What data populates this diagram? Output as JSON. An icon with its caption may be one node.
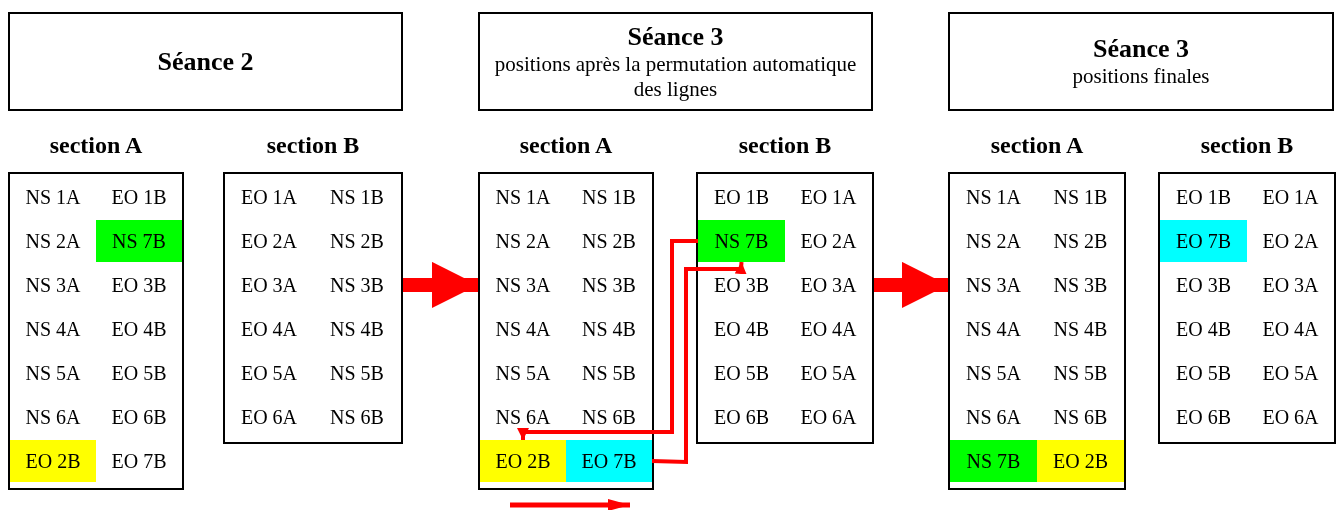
{
  "diagram": {
    "nodes": [
      {
        "text": [
          "Séance 2"
        ]
      },
      {
        "text": [
          "Séance 3",
          "positions après la permutation automatique des lignes"
        ]
      },
      {
        "text": [
          "Séance 3",
          "positions finales"
        ]
      },
      {
        "text": [
          "section A"
        ]
      },
      {
        "text": [
          "NS 1A"
        ],
        "in": 3
      },
      {
        "text": [
          "EO 1B"
        ],
        "in": 3
      },
      {
        "text": [
          "NS 2A"
        ],
        "in": 3
      },
      {
        "text": [
          "NS 7B"
        ],
        "in": 3
      },
      {
        "text": [
          "NS 3A"
        ],
        "in": 3
      },
      {
        "text": [
          "EO 3B"
        ],
        "in": 3
      },
      {
        "text": [
          "NS 4A"
        ],
        "in": 3
      },
      {
        "text": [
          "EO 4B"
        ],
        "in": 3
      },
      {
        "text": [
          "NS 5A"
        ],
        "in": 3
      },
      {
        "text": [
          "EO 5B"
        ],
        "in": 3
      },
      {
        "text": [
          "NS 6A"
        ],
        "in": 3
      },
      {
        "text": [
          "EO 6B"
        ],
        "in": 3
      },
      {
        "text": [
          "EO 2B"
        ],
        "in": 3
      },
      {
        "text": [
          "EO 7B"
        ],
        "in": 3
      },
      {
        "text": [
          "section B"
        ]
      },
      {
        "text": [
          "EO 1A"
        ],
        "in": 18
      },
      {
        "text": [
          "NS 1B"
        ],
        "in": 18
      },
      {
        "text": [
          "EO 2A"
        ],
        "in": 18
      },
      {
        "text": [
          "NS 2B"
        ],
        "in": 18
      },
      {
        "text": [
          "EO 3A"
        ],
        "in": 18
      },
      {
        "text": [
          "NS 3B"
        ],
        "in": 18
      },
      {
        "text": [
          "EO 4A"
        ],
        "in": 18
      },
      {
        "text": [
          "NS 4B"
        ],
        "in": 18
      },
      {
        "text": [
          "EO 5A"
        ],
        "in": 18
      },
      {
        "text": [
          "NS 5B"
        ],
        "in": 18
      },
      {
        "text": [
          "EO 6A"
        ],
        "in": 18
      },
      {
        "text": [
          "NS 6B"
        ],
        "in": 18
      },
      {
        "text": [
          "section A"
        ]
      },
      {
        "text": [
          "NS 1A"
        ],
        "in": 31
      },
      {
        "text": [
          "NS 1B"
        ],
        "in": 31
      },
      {
        "text": [
          "NS 2A"
        ],
        "in": 31
      },
      {
        "text": [
          "NS 2B"
        ],
        "in": 31
      },
      {
        "text": [
          "NS 3A"
        ],
        "in": 31
      },
      {
        "text": [
          "NS 3B"
        ],
        "in": 31
      },
      {
        "text": [
          "NS 4A"
        ],
        "in": 31
      },
      {
        "text": [
          "NS 4B"
        ],
        "in": 31
      },
      {
        "text": [
          "NS 5A"
        ],
        "in": 31
      },
      {
        "text": [
          "NS 5B"
        ],
        "in": 31
      },
      {
        "text": [
          "NS 6A"
        ],
        "in": 31
      },
      {
        "text": [
          "NS 6B"
        ],
        "in": 31
      },
      {
        "text": [
          "EO 2B"
        ],
        "in": 31
      },
      {
        "text": [
          "EO 7B"
        ],
        "in": 31
      },
      {
        "text": [
          "section B"
        ]
      },
      {
        "text": [
          "EO 1B"
        ],
        "in": 46
      },
      {
        "text": [
          "EO 1A"
        ],
        "in": 46
      },
      {
        "text": [
          "NS 7B"
        ],
        "in": 46
      },
      {
        "text": [
          "EO 2A"
        ],
        "in": 46
      },
      {
        "text": [
          "EO 3B"
        ],
        "in": 46
      },
      {
        "text": [
          "EO 3A"
        ],
        "in": 46
      },
      {
        "text": [
          "EO 4B"
        ],
        "in": 46
      },
      {
        "text": [
          "EO 4A"
        ],
        "in": 46
      },
      {
        "text": [
          "EO 5B"
        ],
        "in": 46
      },
      {
        "text": [
          "EO 5A"
        ],
        "in": 46
      },
      {
        "text": [
          "EO 6B"
        ],
        "in": 46
      },
      {
        "text": [
          "EO 6A"
        ],
        "in": 46
      },
      {
        "text": [
          "section A"
        ]
      },
      {
        "text": [
          "NS 1A"
        ],
        "in": 59
      },
      {
        "text": [
          "NS 1B"
        ],
        "in": 59
      },
      {
        "text": [
          "NS 2A"
        ],
        "in": 59
      },
      {
        "text": [
          "NS 2B"
        ],
        "in": 59
      },
      {
        "text": [
          "NS 3A"
        ],
        "in": 59
      },
      {
        "text": [
          "NS 3B"
        ],
        "in": 59
      },
      {
        "text": [
          "NS 4A"
        ],
        "in": 59
      },
      {
        "text": [
          "NS 4B"
        ],
        "in": 59
      },
      {
        "text": [
          "NS 5A"
        ],
        "in": 59
      },
      {
        "text": [
          "NS 5B"
        ],
        "in": 59
      },
      {
        "text": [
          "NS 6A"
        ],
        "in": 59
      },
      {
        "text": [
          "NS 6B"
        ],
        "in": 59
      },
      {
        "text": [
          "NS 7B"
        ],
        "in": 59
      },
      {
        "text": [
          "EO 2B"
        ],
        "in": 59
      },
      {
        "text": [
          "section B"
        ]
      },
      {
        "text": [
          "EO 1B"
        ],
        "in": 74
      },
      {
        "text": [
          "EO 1A"
        ],
        "in": 74
      },
      {
        "text": [
          "EO 7B"
        ],
        "in": 74
      },
      {
        "text": [
          "EO 2A"
        ],
        "in": 74
      },
      {
        "text": [
          "EO 3B"
        ],
        "in": 74
      },
      {
        "text": [
          "EO 3A"
        ],
        "in": 74
      },
      {
        "text": [
          "EO 4B"
        ],
        "in": 74
      },
      {
        "text": [
          "EO 4A"
        ],
        "in": 74
      },
      {
        "text": [
          "EO 5B"
        ],
        "in": 74
      },
      {
        "text": [
          "EO 5A"
        ],
        "in": 74
      },
      {
        "text": [
          "EO 6B"
        ],
        "in": 74
      },
      {
        "text": [
          "EO 6A"
        ],
        "in": 74
      }
    ],
    "edges": [
      {
        "from": 18,
        "to": 31,
        "arrow": "to",
        "style": "thick",
        "color": "#ff0000"
      },
      {
        "from": 46,
        "to": 59,
        "arrow": "to",
        "style": "thick",
        "color": "#ff0000"
      },
      {
        "from": 49,
        "to": 44,
        "arrow": "to",
        "color": "#ff0000"
      },
      {
        "from": 45,
        "to": 49,
        "arrow": "to",
        "color": "#ff0000"
      }
    ]
  }
}
